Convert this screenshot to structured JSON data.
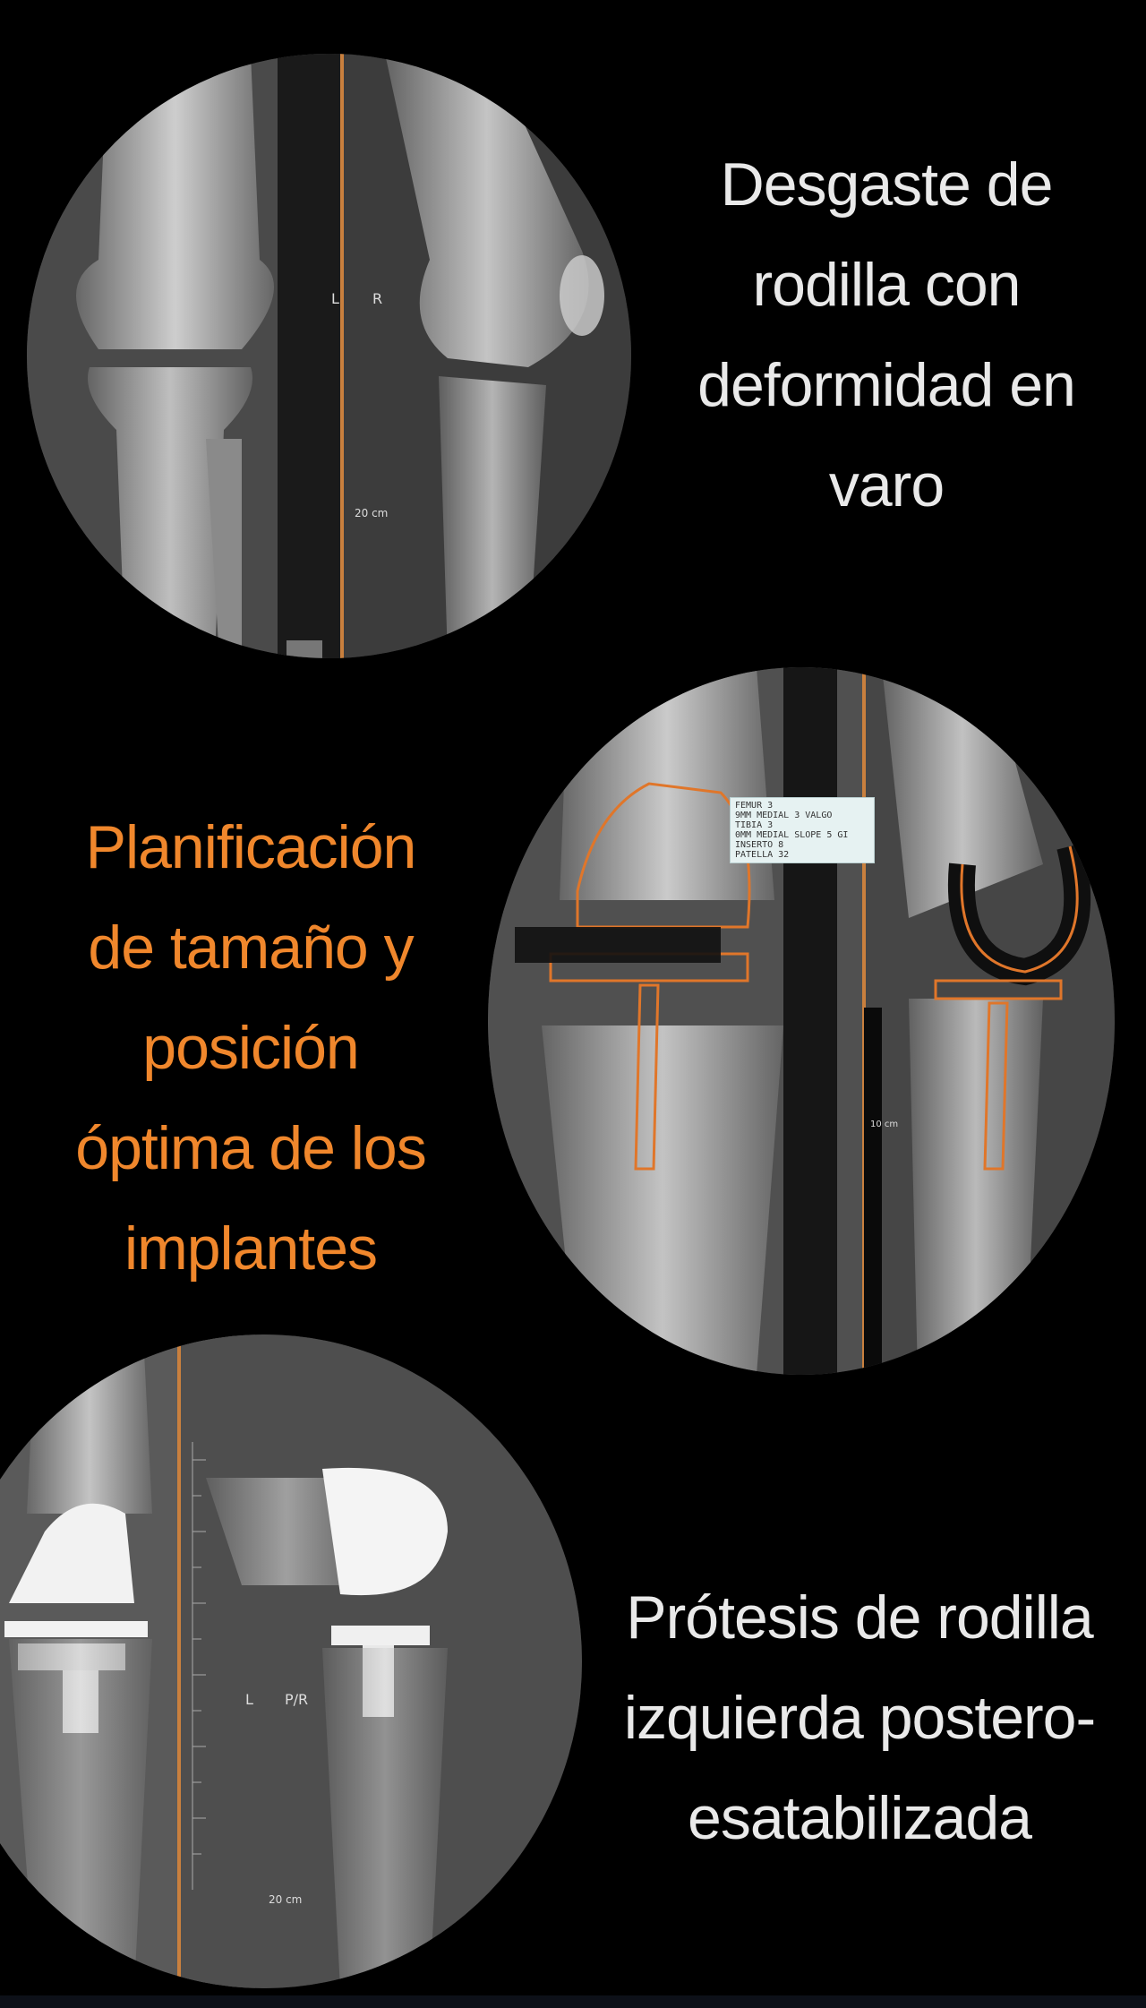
{
  "panel1": {
    "caption": "Desgaste de\nrodilla con\ndeformidad en\nvaro",
    "ruler_left_label": "L",
    "ruler_right_label": "R",
    "scale_label": "20 cm"
  },
  "panel2": {
    "caption": "Planificación\nde tamaño y\nposición\nóptima de los\nimplantes",
    "plan_box_text": "FEMUR 3\n9MM MEDIAL 3 VALGO\nTIBIA 3\n0MM MEDIAL SLOPE 5 GI\nINSERTO 8\nPATELLA 32",
    "scale_label": "10 cm"
  },
  "panel3": {
    "caption": "Prótesis de rodilla\nizquierda postero-\nesatabilizada",
    "ruler_left_label": "L",
    "ruler_right_label": "P/R",
    "scale_label": "20 cm"
  },
  "colors": {
    "background": "#000000",
    "caption_white": "#e9e9e9",
    "caption_orange": "#f0872c",
    "template_orange": "#e0762a",
    "bottom_bar": "#0d1018"
  }
}
